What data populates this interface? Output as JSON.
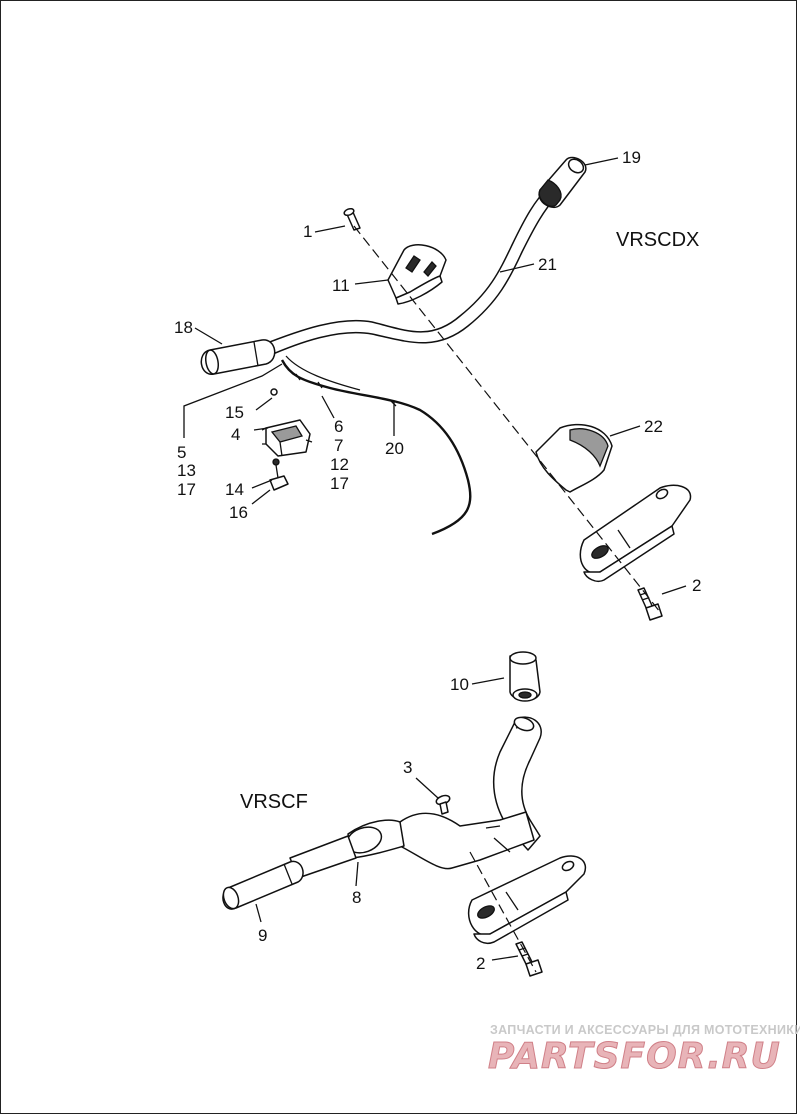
{
  "models": {
    "upper": "VRSCDX",
    "lower": "VRSCF"
  },
  "callouts": {
    "c1": "1",
    "c2a": "2",
    "c2b": "2",
    "c3": "3",
    "c4": "4",
    "c5": "5",
    "c6": "6",
    "c7": "7",
    "c8": "8",
    "c9": "9",
    "c10": "10",
    "c11": "11",
    "c12": "12",
    "c13": "13",
    "c14": "14",
    "c15": "15",
    "c16": "16",
    "c17a": "17",
    "c17b": "17",
    "c18": "18",
    "c19": "19",
    "c20": "20",
    "c21": "21",
    "c22": "22"
  },
  "watermark": {
    "tagline": "ЗАПЧАСТИ И АКСЕССУАРЫ ДЛЯ МОТОТЕХНИКИ",
    "logo": "PARTSFOR.RU"
  }
}
